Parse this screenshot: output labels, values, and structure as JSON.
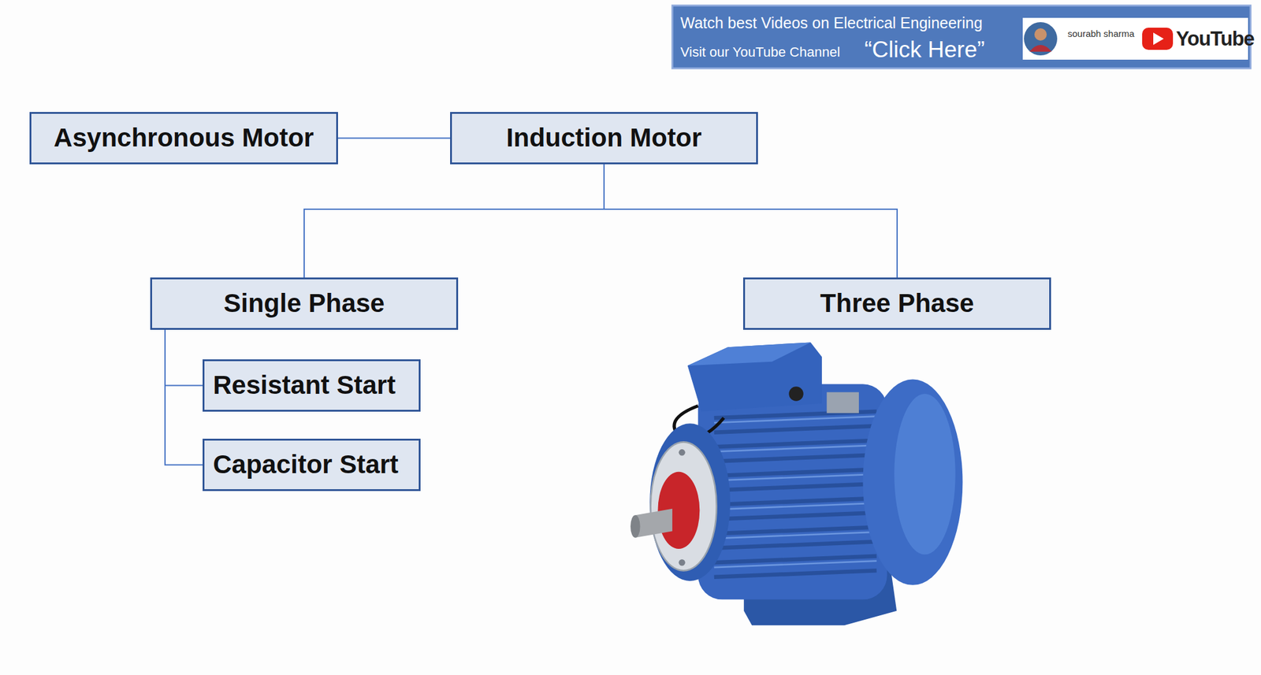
{
  "diagram": {
    "nodes": [
      {
        "text": [
          "Asynchronous Motor"
        ]
      },
      {
        "text": [
          "Induction Motor"
        ]
      },
      {
        "text": [
          "Single Phase"
        ]
      },
      {
        "text": [
          "Three Phase"
        ]
      },
      {
        "text": [
          "Resistant Start"
        ]
      },
      {
        "text": [
          "Capacitor Start"
        ]
      }
    ],
    "edges": [
      {
        "from": 0,
        "to": 1,
        "arrow": "none"
      },
      {
        "from": 1,
        "to": 2,
        "arrow": "none"
      },
      {
        "from": 1,
        "to": 3,
        "arrow": "none"
      },
      {
        "from": 2,
        "to": 4,
        "arrow": "none"
      },
      {
        "from": 2,
        "to": 5,
        "arrow": "none"
      }
    ],
    "labels": [
      "Watch best Videos on Electrical Engineering",
      "Visit our YouTube Channel",
      "“Click Here”",
      "sourabh sharma",
      "YouTube"
    ]
  }
}
